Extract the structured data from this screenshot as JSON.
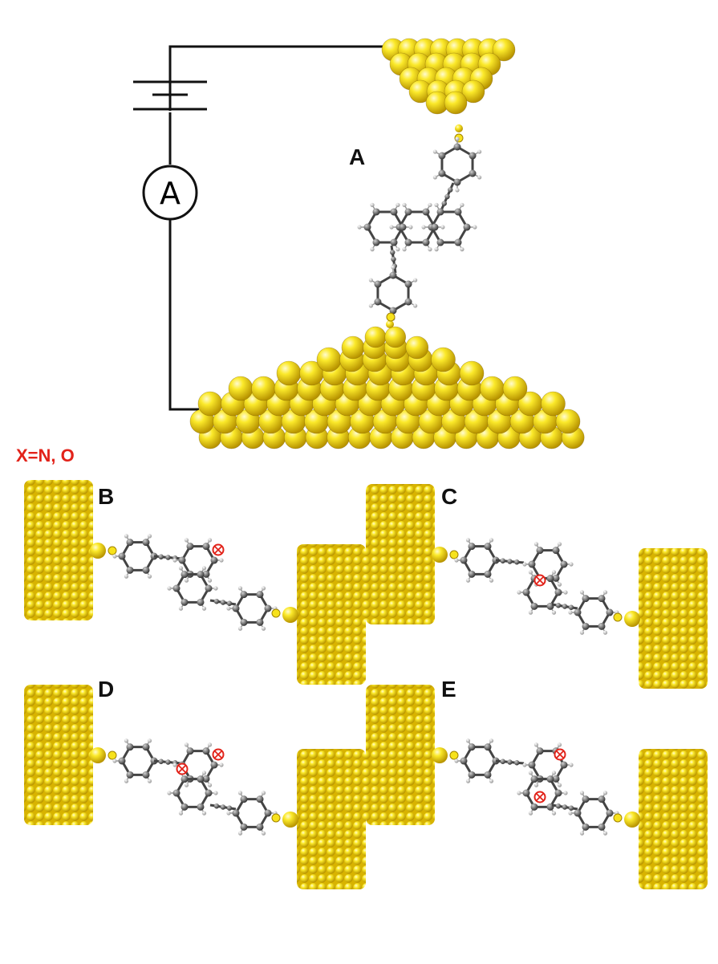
{
  "figure": {
    "panel_a": {
      "label": "A",
      "ammeter_symbol": "A"
    },
    "legend": {
      "text": "X=N, O"
    },
    "panels": [
      {
        "label": "B"
      },
      {
        "label": "C"
      },
      {
        "label": "D"
      },
      {
        "label": "E"
      }
    ]
  },
  "colors": {
    "gold": "#f7e21c",
    "gold_dark": "#c9a400",
    "carbon": "#555555",
    "hydrogen": "#dddddd",
    "heteroatom": "#e2231a",
    "wire": "#111111"
  },
  "icons": {
    "battery": "battery-icon",
    "ammeter": "ammeter-icon",
    "heteroatom_marker": "circled-x-icon"
  }
}
